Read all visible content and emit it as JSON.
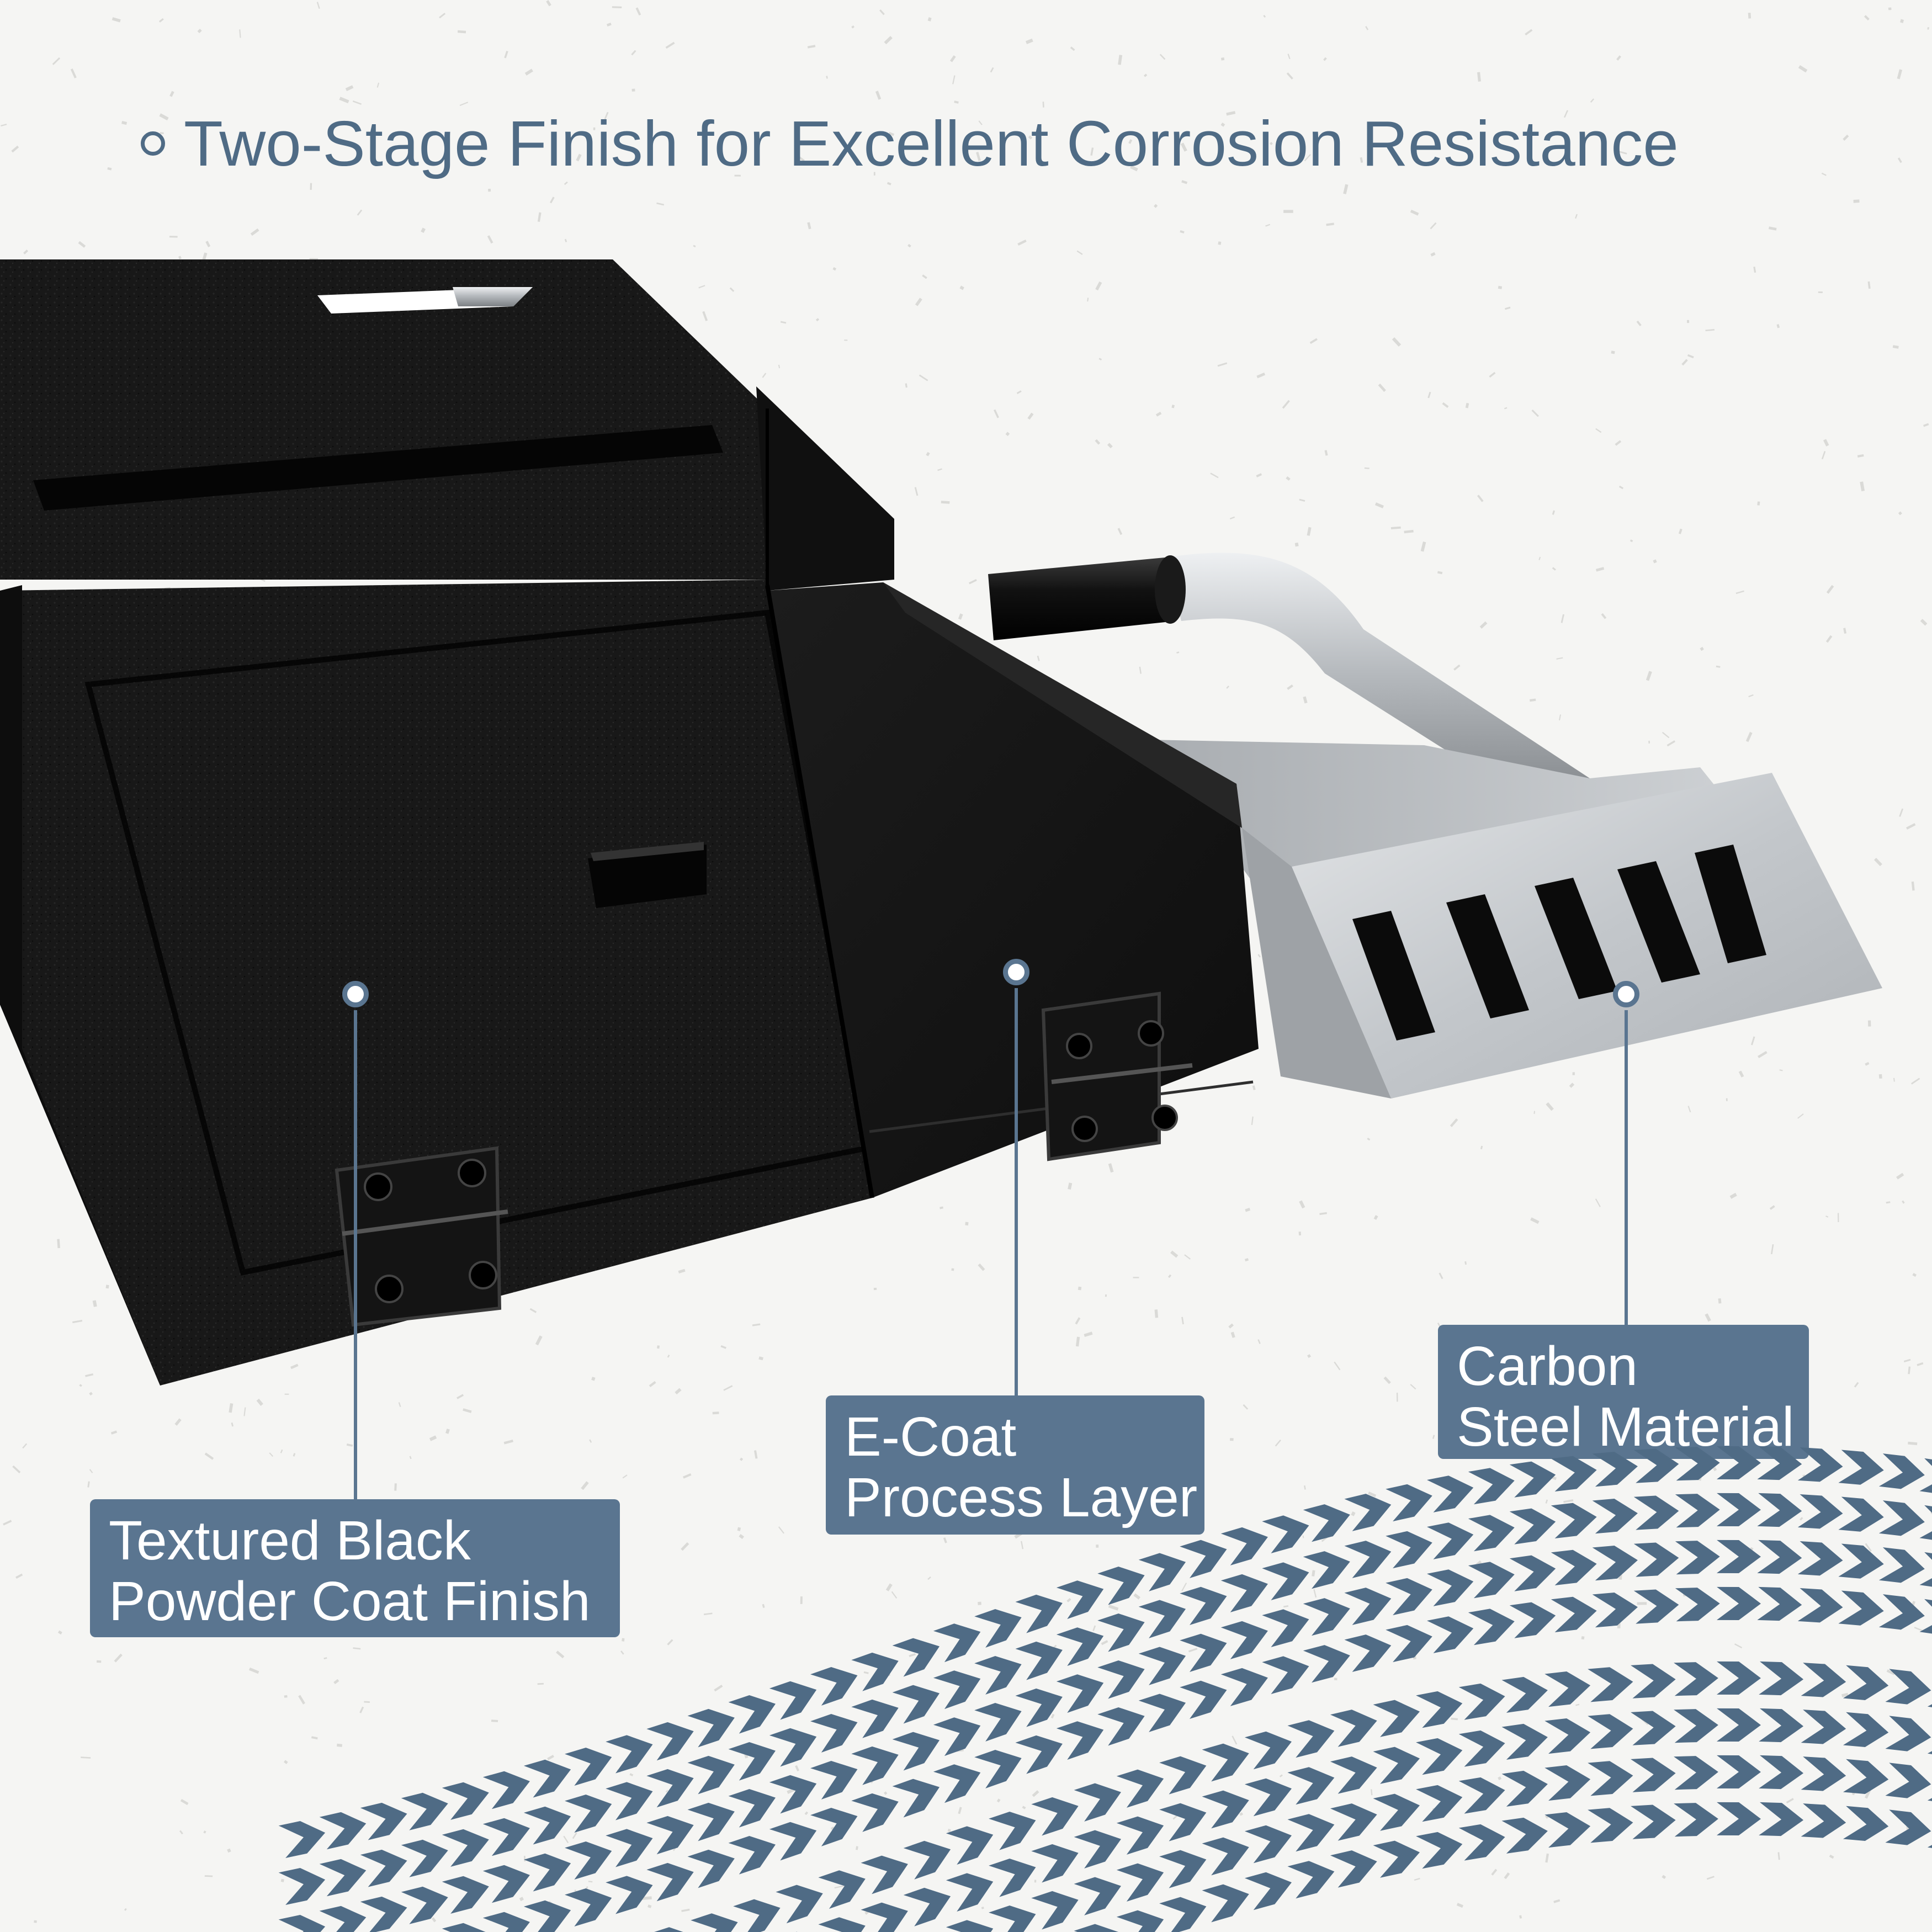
{
  "headline": {
    "text": "Two-Stage Finish for Excellent Corrosion Resistance"
  },
  "callouts": [
    {
      "id": "powder-coat",
      "line1": "Textured Black",
      "line2": "Powder Coat Finish"
    },
    {
      "id": "e-coat",
      "line1": "E-Coat",
      "line2": "Process Layer"
    },
    {
      "id": "carbon-steel",
      "line1": "Carbon",
      "line2": "Steel Material"
    }
  ],
  "colors": {
    "background": "#f5f5f3",
    "accent": "#5a7590",
    "headline": "#4f6b85",
    "black_finish": "#161616",
    "steel": "#c9cccf"
  }
}
